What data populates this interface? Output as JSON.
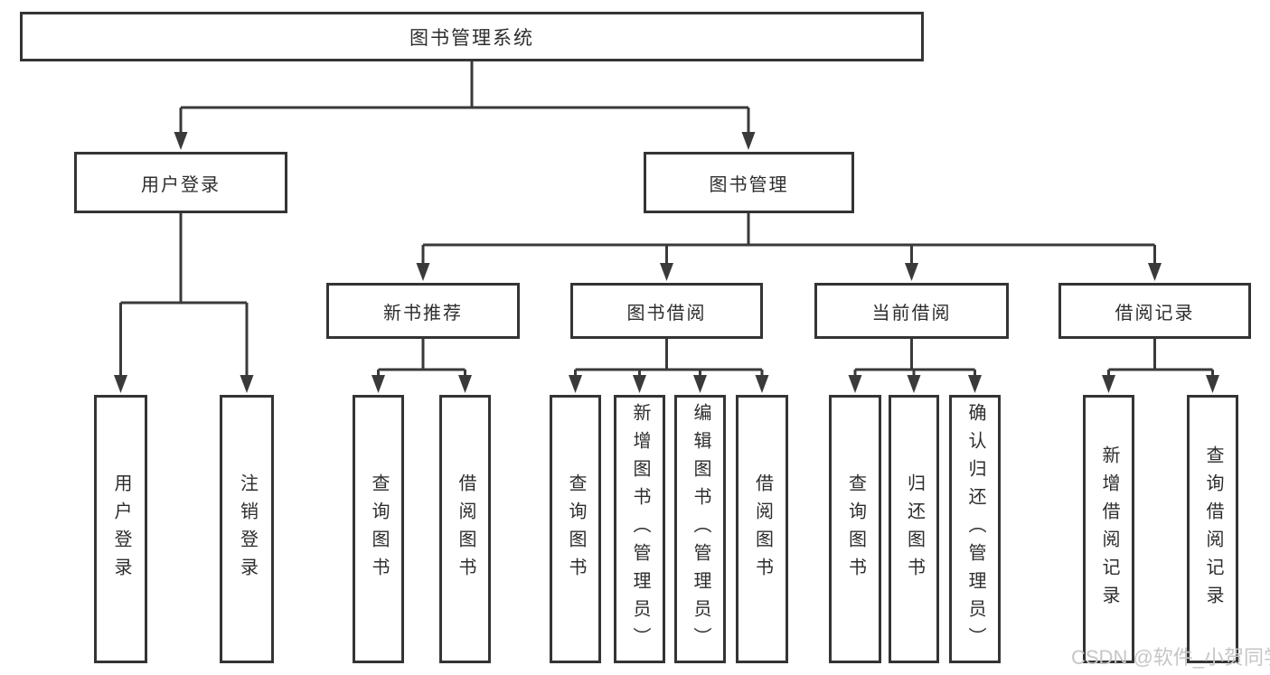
{
  "tree": {
    "root": {
      "label": "图书管理系统"
    },
    "user_login": {
      "label": "用户登录",
      "children": [
        {
          "label": "用户登录"
        },
        {
          "label": "注销登录"
        }
      ]
    },
    "book_mgmt": {
      "label": "图书管理",
      "children": [
        {
          "label": "新书推荐",
          "children": [
            {
              "label": "查询图书"
            },
            {
              "label": "借阅图书"
            }
          ]
        },
        {
          "label": "图书借阅",
          "children": [
            {
              "label": "查询图书"
            },
            {
              "label": "新增图书（管理员）"
            },
            {
              "label": "编辑图书（管理员）"
            },
            {
              "label": "借阅图书"
            }
          ]
        },
        {
          "label": "当前借阅",
          "children": [
            {
              "label": "查询图书"
            },
            {
              "label": "归还图书"
            },
            {
              "label": "确认归还（管理员）"
            }
          ]
        },
        {
          "label": "借阅记录",
          "children": [
            {
              "label": "新增借阅记录"
            },
            {
              "label": "查询借阅记录"
            }
          ]
        }
      ]
    }
  },
  "watermark": {
    "text": "CSDN @软件_小贺同学"
  },
  "colors": {
    "line": "#3a3a3a",
    "border": "#343434",
    "text": "#2d2d2d",
    "watermark": "#c6c6c6",
    "background": "#ffffff"
  }
}
